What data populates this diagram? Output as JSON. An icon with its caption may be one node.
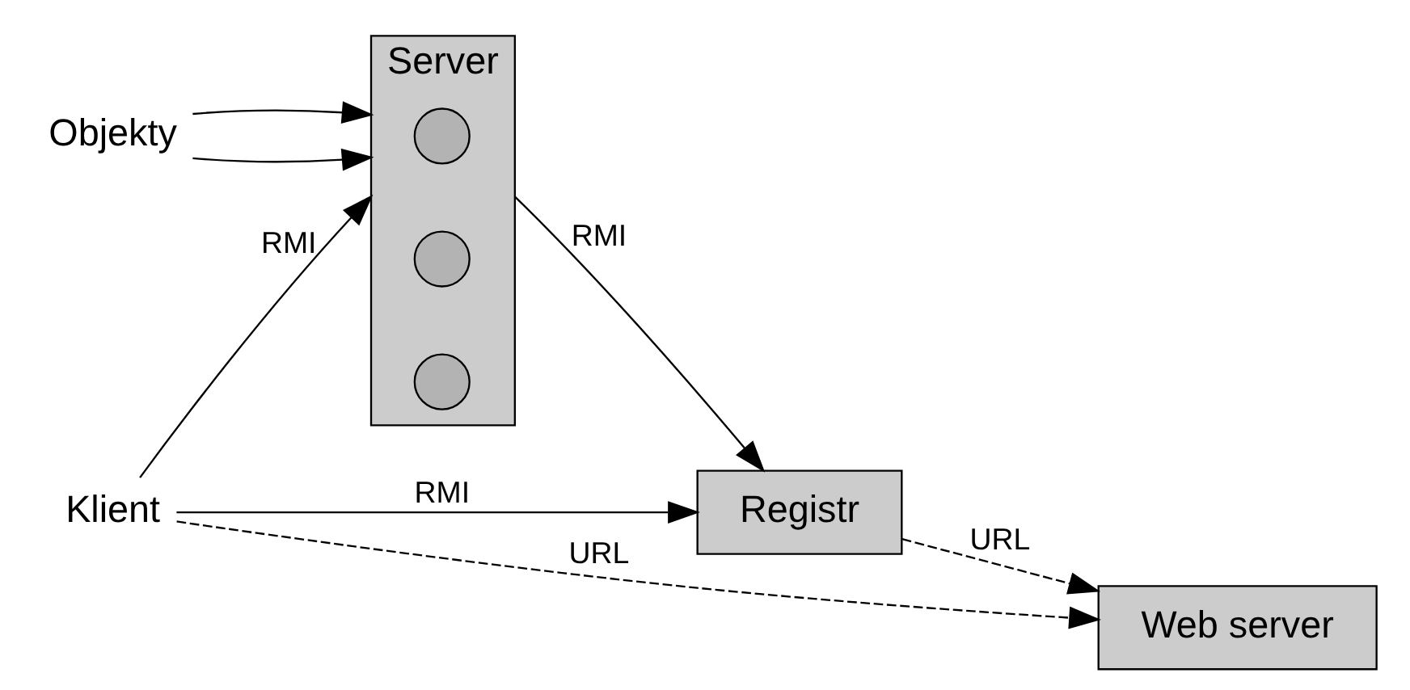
{
  "diagram": {
    "nodes": [
      {
        "text": [
          "Objekty"
        ]
      },
      {
        "text": [
          "Registr"
        ]
      },
      {
        "text": [
          "Klient"
        ]
      },
      {
        "text": [
          "Server"
        ]
      },
      {
        "text": [],
        "shape": "circle",
        "in": 3
      },
      {
        "text": [],
        "shape": "circle",
        "in": 3
      },
      {
        "text": [],
        "shape": "circle",
        "in": 3
      },
      {
        "text": [
          "Web server"
        ]
      }
    ],
    "edges": [
      {
        "from": 0,
        "to": 3,
        "arrow": "to"
      },
      {
        "from": 0,
        "to": 3,
        "arrow": "to"
      },
      {
        "from": 2,
        "to": 1,
        "arrow": "to",
        "label": "RMI"
      },
      {
        "from": 3,
        "to": 1,
        "arrow": "to",
        "label": "RMI"
      },
      {
        "from": 2,
        "to": 3,
        "arrow": "to",
        "label": "RMI"
      },
      {
        "from": 2,
        "to": 7,
        "arrow": "to",
        "label": "URL",
        "style": "dashed"
      },
      {
        "from": 1,
        "to": 7,
        "arrow": "to",
        "label": "URL",
        "style": "dashed"
      }
    ]
  }
}
